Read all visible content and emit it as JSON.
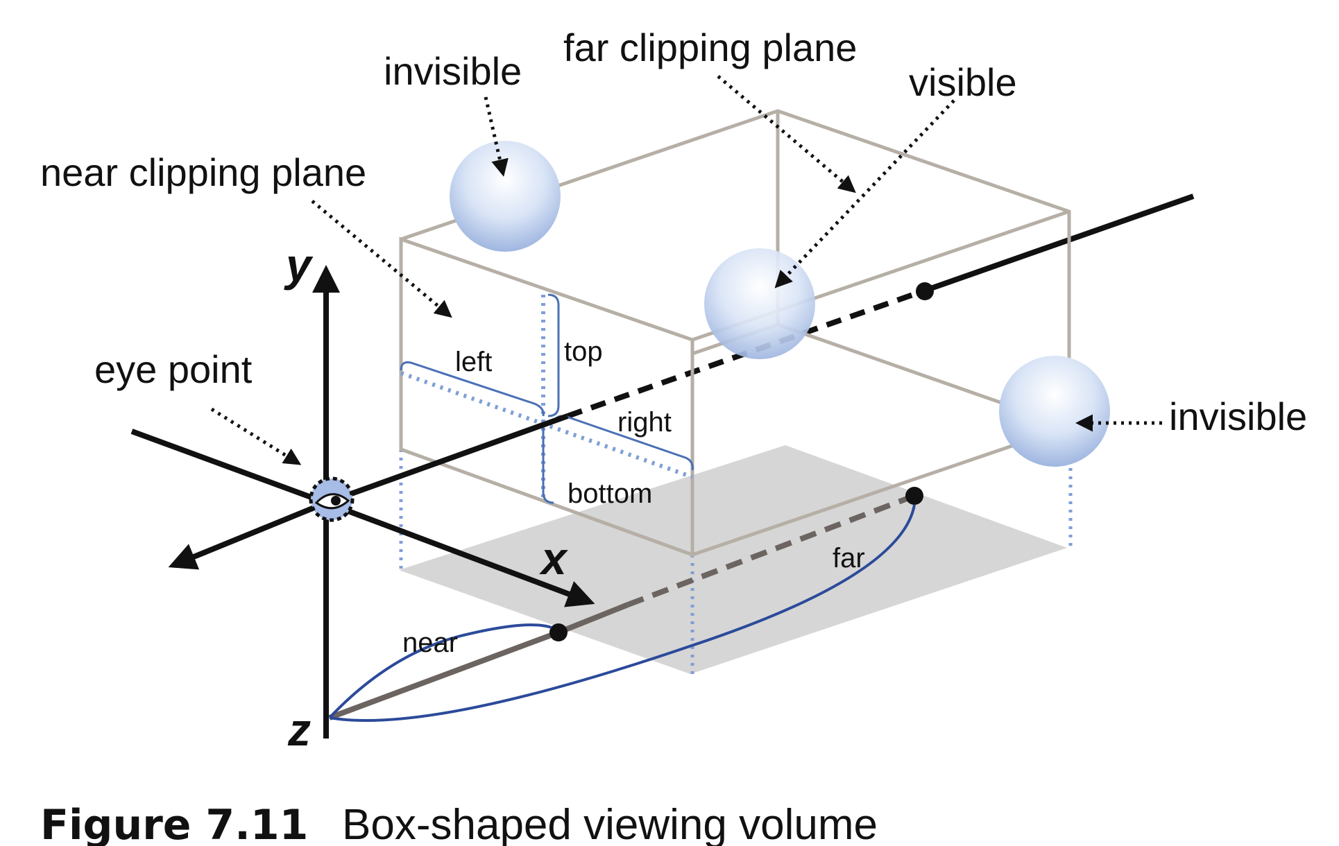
{
  "labels": {
    "invisible_top": "invisible",
    "far_clipping_plane": "far clipping plane",
    "visible": "visible",
    "near_clipping_plane": "near clipping plane",
    "eye_point": "eye point",
    "invisible_right": "invisible",
    "left": "left",
    "top": "top",
    "right": "right",
    "bottom": "bottom",
    "far": "far",
    "near": "near"
  },
  "axes": {
    "x": "x",
    "y": "y",
    "z": "z"
  },
  "caption": {
    "number": "Figure 7.11",
    "text": "Box-shaped viewing volume"
  },
  "colors": {
    "box_edge": "#b5afa6",
    "axis": "#111111",
    "dimension_blue": "#4a6fb5",
    "dotted_blue": "#7f9fd6",
    "floor": "#d6d6d6",
    "sphere": "#c9d8f2"
  }
}
